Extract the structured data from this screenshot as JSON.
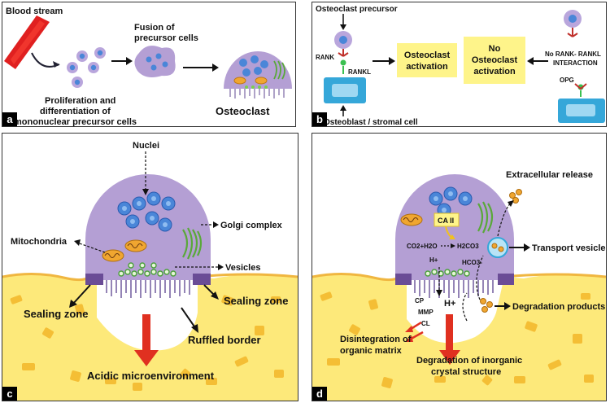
{
  "panel_a": {
    "letter": "a",
    "blood_stream": "Blood stream",
    "fusion_line1": "Fusion of",
    "fusion_line2": "precursor cells",
    "prolif_line1": "Proliferation and",
    "prolif_line2": "differentiation of",
    "prolif_line3": "mononuclear precursor cells",
    "osteoclast": "Osteoclast"
  },
  "panel_b": {
    "letter": "b",
    "precursor": "Osteoclast precursor",
    "rank": "RANK",
    "rankl": "RANKL",
    "activation_line1": "Osteoclast",
    "activation_line2": "activation",
    "no_activation_line1": "No",
    "no_activation_line2": "Osteoclast",
    "no_activation_line3": "activation",
    "no_interaction_line1": "No RANK- RANKL",
    "no_interaction_line2": "INTERACTION",
    "opg": "OPG",
    "osteoblast": "Osteoblast / stromal cell"
  },
  "panel_c": {
    "letter": "c",
    "nuclei": "Nuclei",
    "golgi": "Golgi complex",
    "mitochondria": "Mitochondria",
    "vesicles": "Vesicles",
    "sealing_left": "Sealing zone",
    "sealing_right": "Sealing zone",
    "ruffled": "Ruffled border",
    "acidic": "Acidic microenvironment"
  },
  "panel_d": {
    "letter": "d",
    "extracellular": "Extracellular release",
    "ca2": "CA II",
    "reaction_left": "CO2+H2O",
    "reaction_right": "H2CO3",
    "hco3": "HCO3-",
    "h_small": "H+",
    "h_big": "H+",
    "transport": "Transport vesicle",
    "degradation_products": "Degradation products",
    "cp": "CP",
    "mmp": "MMP",
    "cl": "CL",
    "disint_line1": "Disintegration of",
    "disint_line2": "organic matrix",
    "inorg_line1": "Degradation of inorganic",
    "inorg_line2": "crystal structure"
  },
  "colors": {
    "cell": "#b49fd4",
    "nucleus": "#4a86d8",
    "bone": "#fde97a",
    "bone_spot": "#f3b72a",
    "blood": "#e02020",
    "label_box": "#fef48a",
    "teal_cell": "#35a7d9",
    "red_arrow": "#e03020"
  }
}
